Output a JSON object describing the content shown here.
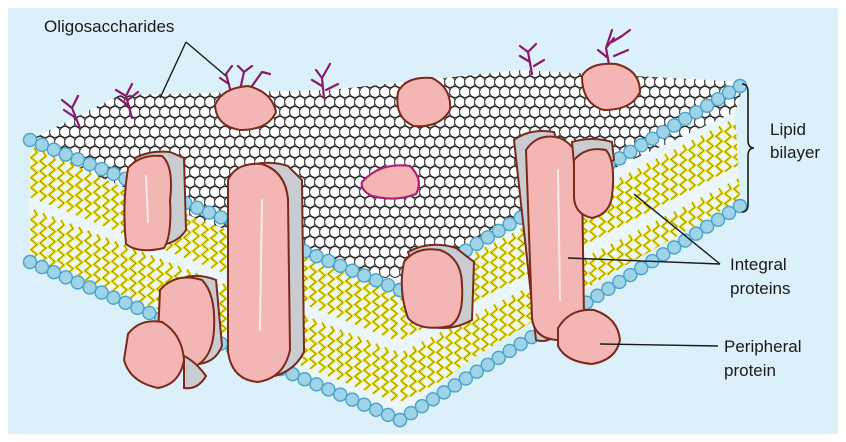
{
  "labels": {
    "oligosaccharides": "Oligosaccharides",
    "lipid": "Lipid",
    "bilayer": "bilayer",
    "integral_line1": "Integral",
    "integral_line2": "proteins",
    "peripheral_line1": "Peripheral",
    "peripheral_line2": "protein"
  },
  "colors": {
    "background": "#dcf0f9",
    "phospholipid_head_top": "#ffffff",
    "phospholipid_head_edge": "#4aa3c8",
    "lipid_tail": "#f2e62a",
    "protein_fill": "#f4b5b5",
    "protein_shadow": "#c9cdd2",
    "protein_outline": "#7a2a1a",
    "oligosaccharide": "#8a1a6a"
  }
}
